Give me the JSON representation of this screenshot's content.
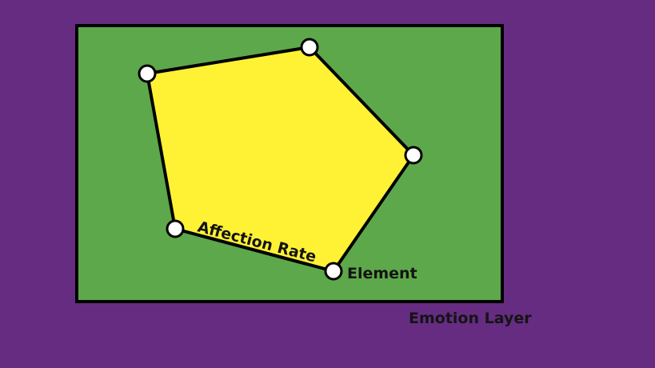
{
  "diagram": {
    "layer_label": "Emotion Layer",
    "edge_label": "Affection Rate",
    "node_label": "Element",
    "colors": {
      "background": "#652c82",
      "layer_fill": "#5da84a",
      "polygon_fill": "#fff234",
      "outline": "#000000",
      "node_fill": "#ffffff"
    }
  }
}
